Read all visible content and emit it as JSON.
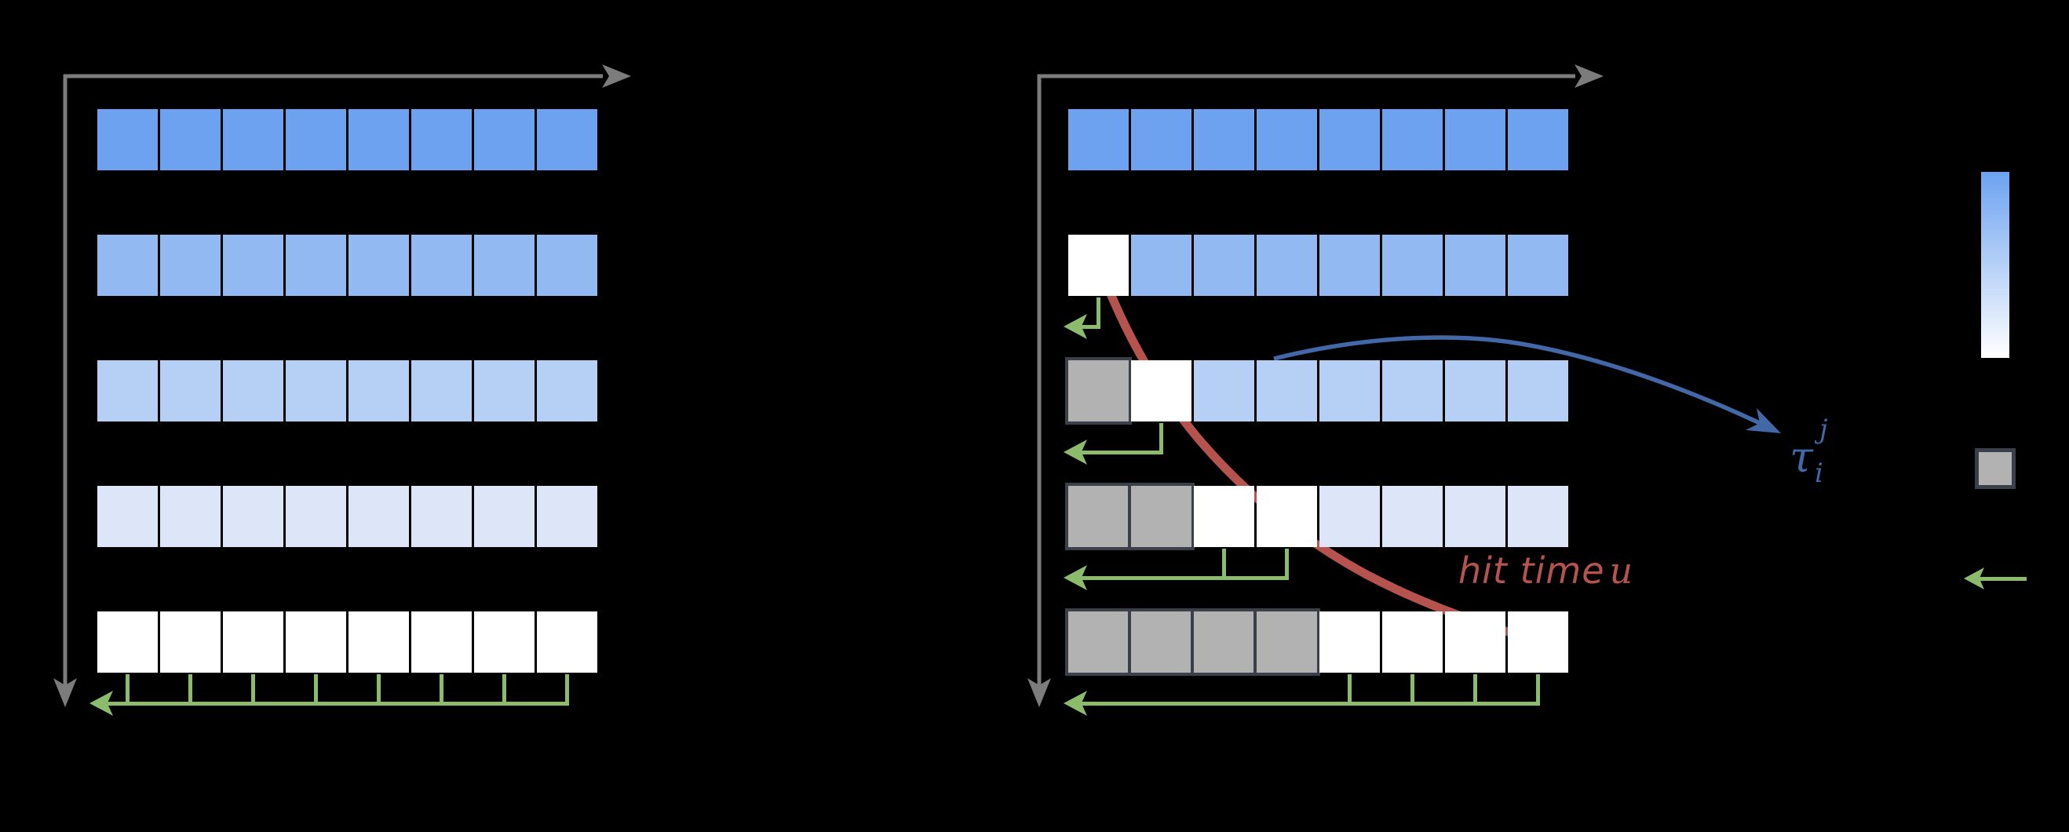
{
  "colors": {
    "background": "#000000",
    "axis_gray": "#7c7c7c",
    "arrow_green": "#8dbb6c",
    "curve_red": "#b6534f",
    "arrow_blue": "#4268a8",
    "cell_gray_fill": "#b2b2b2",
    "cell_gray_border": "#3a404a",
    "row_colors": [
      "#6ca2f0",
      "#93b9f2",
      "#b5cff5",
      "#dce6f8",
      "#ffffff"
    ]
  },
  "left_panel": {
    "rows": [
      {
        "cells": [
          "fill",
          "fill",
          "fill",
          "fill",
          "fill",
          "fill",
          "fill",
          "fill"
        ]
      },
      {
        "cells": [
          "fill",
          "fill",
          "fill",
          "fill",
          "fill",
          "fill",
          "fill",
          "fill"
        ]
      },
      {
        "cells": [
          "fill",
          "fill",
          "fill",
          "fill",
          "fill",
          "fill",
          "fill",
          "fill"
        ]
      },
      {
        "cells": [
          "fill",
          "fill",
          "fill",
          "fill",
          "fill",
          "fill",
          "fill",
          "fill"
        ]
      },
      {
        "cells": [
          "fill",
          "fill",
          "fill",
          "fill",
          "fill",
          "fill",
          "fill",
          "fill"
        ]
      }
    ],
    "combs": [
      {
        "row_index": 4,
        "teeth": [
          0,
          1,
          2,
          3,
          4,
          5,
          6,
          7
        ]
      }
    ]
  },
  "right_panel": {
    "rows": [
      {
        "cells": [
          "fill",
          "fill",
          "fill",
          "fill",
          "fill",
          "fill",
          "fill",
          "fill"
        ]
      },
      {
        "cells": [
          "white",
          "fill",
          "fill",
          "fill",
          "fill",
          "fill",
          "fill",
          "fill"
        ]
      },
      {
        "cells": [
          "gray",
          "white",
          "fill",
          "fill",
          "fill",
          "fill",
          "fill",
          "fill"
        ]
      },
      {
        "cells": [
          "gray",
          "gray",
          "white",
          "white",
          "fill",
          "fill",
          "fill",
          "fill"
        ]
      },
      {
        "cells": [
          "gray",
          "gray",
          "gray",
          "gray",
          "white",
          "white",
          "white",
          "white"
        ]
      }
    ],
    "combs": [
      {
        "row_index": 1,
        "teeth": [
          0
        ]
      },
      {
        "row_index": 2,
        "teeth": [
          1
        ]
      },
      {
        "row_index": 3,
        "teeth": [
          2,
          3
        ]
      },
      {
        "row_index": 4,
        "teeth": [
          4,
          5,
          6,
          7
        ]
      }
    ]
  },
  "annotations": {
    "hit_time": {
      "prefix": "hit time",
      "variable": "u"
    },
    "tau": {
      "base": "τ",
      "superscript": "j",
      "subscript": "i"
    }
  },
  "legend": {
    "items": [
      {
        "name": "blue-to-white-gradient-bar"
      },
      {
        "name": "gray-cell-swatch"
      },
      {
        "name": "green-left-arrow"
      }
    ]
  }
}
